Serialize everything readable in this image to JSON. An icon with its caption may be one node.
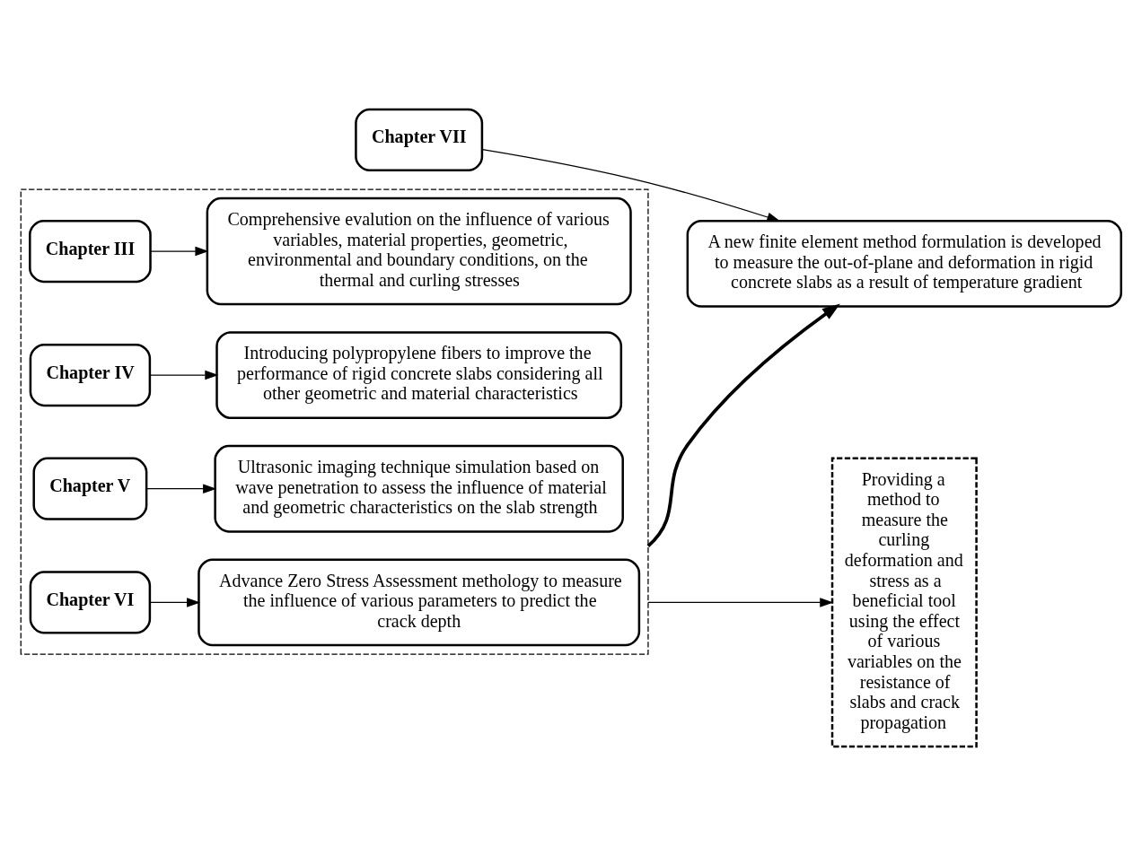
{
  "diagram": {
    "nodes": [
      {
        "text": [],
        "shape": "box"
      },
      {
        "text": [
          "Chapter III"
        ],
        "in": 0
      },
      {
        "text": [
          "Comprehensive evalution on the influence of various variables, material properties, geometric, environmental and boundary conditions, on the thermal and curling stresses"
        ],
        "in": 0
      },
      {
        "text": [
          "Chapter IV"
        ],
        "in": 0
      },
      {
        "text": [
          "Introducing polypropylene fibers to improve the performance of rigid concrete slabs considering all other geometric and material characteristics"
        ],
        "in": 0
      },
      {
        "text": [
          "Chapter V"
        ],
        "in": 0
      },
      {
        "text": [
          "Ultrasonic imaging technique simulation based on wave penetration to assess the influence of material and geometric characteristics on the slab strength"
        ],
        "in": 0
      },
      {
        "text": [
          "Chapter VI"
        ],
        "in": 0
      },
      {
        "text": [
          "Advance Zero Stress Assessment methology to measure the influence of various parameters to predict the crack depth"
        ],
        "in": 0
      },
      {
        "text": [
          "Chapter VII"
        ]
      },
      {
        "text": [
          "A new finite element method formulation is developed to measure the out-of-plane and deformation in rigid concrete slabs as a result of temperature gradient"
        ]
      },
      {
        "text": [
          "Providing a method to measure the curling deformation and stress as a beneficial tool using the effect of various variables on the resistance of slabs and crack propagation"
        ]
      }
    ],
    "edges": [
      {
        "from": 1,
        "to": 2,
        "arrow": "to"
      },
      {
        "from": 3,
        "to": 4,
        "arrow": "to"
      },
      {
        "from": 5,
        "to": 6,
        "arrow": "to"
      },
      {
        "from": 7,
        "to": 8,
        "arrow": "to"
      },
      {
        "from": 9,
        "to": 10,
        "arrow": "to"
      },
      {
        "from": 0,
        "to": 10,
        "arrow": "to",
        "style": "thick"
      },
      {
        "from": 0,
        "to": 11,
        "arrow": "to"
      }
    ]
  }
}
